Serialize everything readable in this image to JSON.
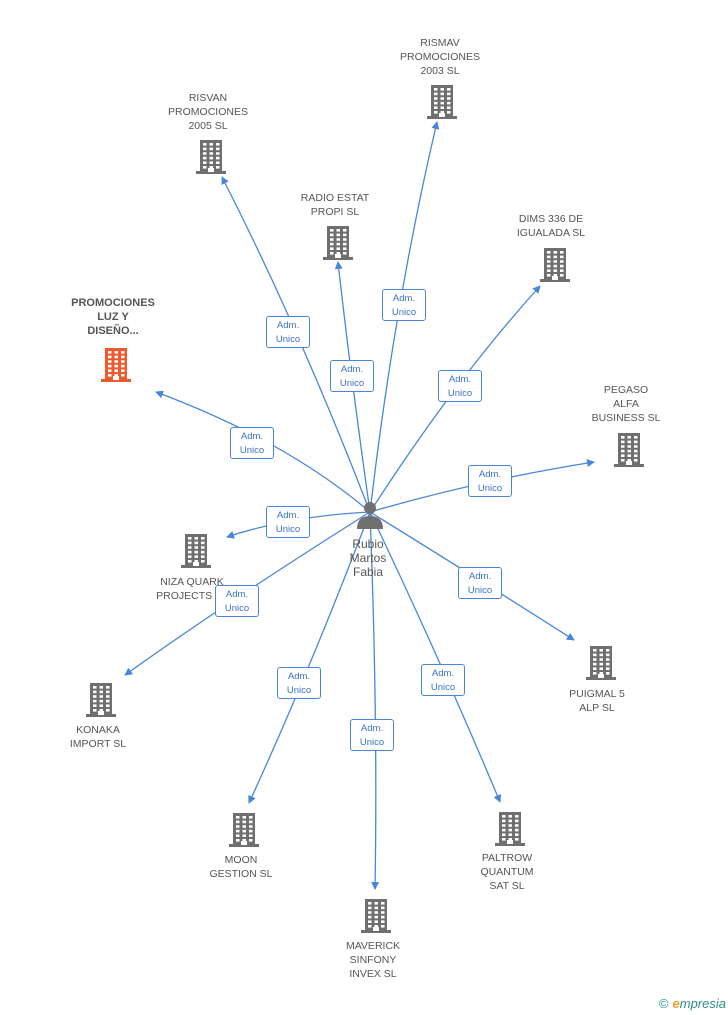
{
  "colors": {
    "edge": "#4a86d8",
    "building": "#6f6f6f",
    "highlight_building": "#ee5a2e",
    "badge_text": "#3a72c4",
    "label": "#555555"
  },
  "center": {
    "name_lines": [
      "Rubio",
      "Martos",
      "Fabia"
    ],
    "icon": "person-icon"
  },
  "companies": [
    {
      "id": "rismav",
      "lines": [
        "RISMAV",
        "PROMOCIONES",
        "2003 SL"
      ],
      "icon": "building-icon",
      "highlight": false
    },
    {
      "id": "risvan",
      "lines": [
        "RISVAN",
        "PROMOCIONES",
        "2005 SL"
      ],
      "icon": "building-icon",
      "highlight": false
    },
    {
      "id": "radio-estat",
      "lines": [
        "RADIO ESTAT",
        "PROPI SL"
      ],
      "icon": "building-icon",
      "highlight": false
    },
    {
      "id": "dims",
      "lines": [
        "DIMS 336 DE",
        "IGUALADA SL"
      ],
      "icon": "building-icon",
      "highlight": false
    },
    {
      "id": "promociones-luz",
      "lines": [
        "PROMOCIONES",
        "LUZ Y",
        "DISEÑO..."
      ],
      "icon": "building-icon",
      "highlight": true
    },
    {
      "id": "pegaso",
      "lines": [
        "PEGASO",
        "ALFA",
        "BUSINESS  SL"
      ],
      "icon": "building-icon",
      "highlight": false
    },
    {
      "id": "niza",
      "lines": [
        "NIZA QUARK",
        "PROJECTS SL"
      ],
      "icon": "building-icon",
      "highlight": false
    },
    {
      "id": "konaka",
      "lines": [
        "KONAKA",
        "IMPORT SL"
      ],
      "icon": "building-icon",
      "highlight": false
    },
    {
      "id": "puigmal",
      "lines": [
        "PUIGMAL 5",
        "ALP SL"
      ],
      "icon": "building-icon",
      "highlight": false
    },
    {
      "id": "moon",
      "lines": [
        "MOON",
        "GESTION SL"
      ],
      "icon": "building-icon",
      "highlight": false
    },
    {
      "id": "paltrow",
      "lines": [
        "PALTROW",
        "QUANTUM",
        "SAT  SL"
      ],
      "icon": "building-icon",
      "highlight": false
    },
    {
      "id": "maverick",
      "lines": [
        "MAVERICK",
        "SINFONY",
        "INVEX SL"
      ],
      "icon": "building-icon",
      "highlight": false
    }
  ],
  "roles": [
    {
      "target": "rismav",
      "lines": [
        "Adm.",
        "Unico"
      ]
    },
    {
      "target": "risvan",
      "lines": [
        "Adm.",
        "Unico"
      ]
    },
    {
      "target": "radio-estat",
      "lines": [
        "Adm.",
        "Unico"
      ]
    },
    {
      "target": "dims",
      "lines": [
        "Adm.",
        "Unico"
      ]
    },
    {
      "target": "promociones-luz",
      "lines": [
        "Adm.",
        "Unico"
      ]
    },
    {
      "target": "pegaso",
      "lines": [
        "Adm.",
        "Unico"
      ]
    },
    {
      "target": "niza",
      "lines": [
        "Adm.",
        "Unico"
      ]
    },
    {
      "target": "konaka",
      "lines": [
        "Adm.",
        "Unico"
      ]
    },
    {
      "target": "puigmal",
      "lines": [
        "Adm.",
        "Unico"
      ]
    },
    {
      "target": "moon",
      "lines": [
        "Adm.",
        "Unico"
      ]
    },
    {
      "target": "paltrow",
      "lines": [
        "Adm.",
        "Unico"
      ]
    },
    {
      "target": "maverick",
      "lines": [
        "Adm.",
        "Unico"
      ]
    }
  ],
  "footer": {
    "copyright_symbol": "©",
    "brand_initial": "e",
    "brand_rest": "mpresia"
  }
}
